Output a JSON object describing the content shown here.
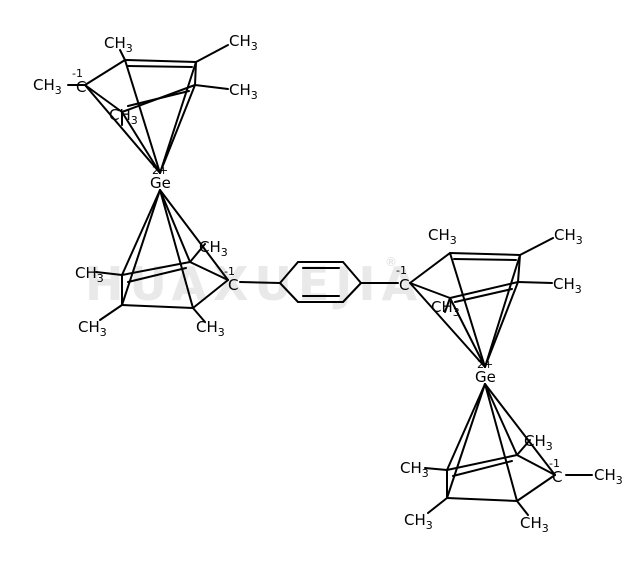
{
  "watermark": "HUAXUEJIA",
  "registered": "®",
  "metal": "Ge",
  "metal_charge": "2+",
  "carbanion_charge": "-1",
  "carbanion": "C",
  "methyl": "CH3",
  "methyl_main": "CH",
  "methyl_sub": "3"
}
